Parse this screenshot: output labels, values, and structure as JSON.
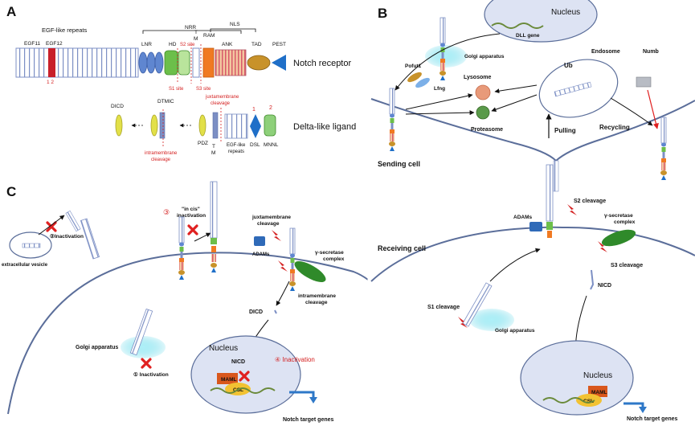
{
  "panels": {
    "a": "A",
    "b": "B",
    "c": "C"
  },
  "panel_a": {
    "egf_repeats": "EGF-like repeats",
    "egf11": "EGF11",
    "egf12": "EGF12",
    "site_nums": "1 2",
    "nrr": "NRR",
    "lnr": "LNR",
    "hd": "HD",
    "tm_t": "T",
    "tm_m": "M",
    "ram": "RAM",
    "nls": "NLS",
    "ank": "ANK",
    "tad": "TAD",
    "pest": "PEST",
    "s1_site": "S1 site",
    "s2_site": "S2 site",
    "s3_site": "S3 site",
    "notch_receptor": "Notch receptor",
    "dicd": "DICD",
    "dtmic": "DTMIC",
    "intramembrane_l1": "intramembrane",
    "intramembrane_l2": "cleavage",
    "juxta_l1": "juxtamembrane",
    "juxta_l2": "cleavage",
    "pdz": "PDZ",
    "egf_repeats_l1": "EGF-like",
    "egf_repeats_l2": "repeats",
    "dsl": "DSL",
    "mnnl": "MNNL",
    "num1": "1",
    "num2": "2",
    "delta_ligand": "Delta-like ligand"
  },
  "panel_b": {
    "nucleus": "Nucleus",
    "dll_gene": "DLL gene",
    "golgi": "Golgi apparatus",
    "pofut1": "Pofut1",
    "lfng": "Lfng",
    "endosome": "Endosome",
    "ub": "Ub",
    "numb": "Numb",
    "lysosome": "Lysosome",
    "proteasome": "Proteasome",
    "pulling": "Pulling",
    "recycling": "Recycling",
    "sending_cell": "Sending cell",
    "receiving_cell": "Receiving cell",
    "adams": "ADAMs",
    "s2_cleavage": "S2 cleavage",
    "gamma_l1": "γ-secretase",
    "gamma_l2": "complex",
    "s3_cleavage": "S3 cleavage",
    "nicd": "NICD",
    "s1_cleavage": "S1 cleavage",
    "golgi2": "Golgi apparatus",
    "nucleus2": "Nucleus",
    "maml": "MAML",
    "csl": "CSL",
    "notch_targets": "Notch target genes"
  },
  "panel_c": {
    "inactivation2": "②Inactivation",
    "extracellular": "extracellular vesicle",
    "incis_l1": "\"in cis\"",
    "incis_l2": "inactivation",
    "num3": "③",
    "juxta_l1": "juxtamembrane",
    "juxta_l2": "cleavage",
    "adams": "ADAMs",
    "gamma_l1": "γ-secretase",
    "gamma_l2": "complex",
    "intra_l1": "intramembrane",
    "intra_l2": "cleavage",
    "dicd": "DICD",
    "golgi": "Golgi apparatus",
    "inactivation1": "① Inactivation",
    "nucleus": "Nucleus",
    "nicd": "NICD",
    "inactivation4": "④ Inactivation",
    "maml": "MAML",
    "csl": "CSL",
    "notch_targets": "Notch target genes"
  },
  "colors": {
    "membrane": "#5b6e9a",
    "receptor_blue": "#7c8fc4",
    "egf_red": "#c8202a",
    "lnr_blue": "#5f86d0",
    "hd_green": "#6cbf4a",
    "ram_orange": "#f07a22",
    "tad_gold": "#c8922a",
    "pest_blue": "#1f6fc8",
    "nucleus_fill": "#dde3f3",
    "golgi_cyan": "#5bd6e8",
    "maml": "#d9571c",
    "csl": "#f2c232",
    "adams": "#2f6ab8",
    "gamma": "#2f8a2a",
    "arrow_blue": "#2e78c8",
    "cross_red": "#e02020"
  }
}
